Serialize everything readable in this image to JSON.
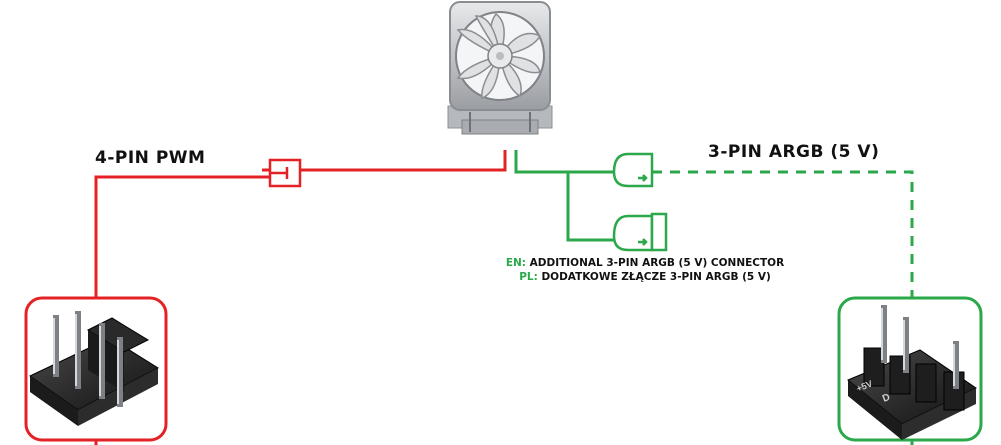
{
  "colors": {
    "pwm": "#e42124",
    "argb": "#2aa84a",
    "ink": "#111111",
    "fan_frame": "#c7c9cc"
  },
  "labels": {
    "pwm": "4-PIN PWM",
    "argb": "3-PIN ARGB (5 V)"
  },
  "note": [
    {
      "code": "EN:",
      "text": "ADDITIONAL 3-PIN ARGB (5 V) CONNECTOR"
    },
    {
      "code": "PL:",
      "text": "DODATKOWE ZŁĄCZE 3-PIN ARGB (5 V)"
    }
  ],
  "header_markings": {
    "plus5v": "+5V",
    "data": "D"
  },
  "icons": [
    "cpu-cooler-fan-image",
    "pwm-header-image",
    "argb-header-image",
    "argb-connector-icon",
    "pwm-connector-icon"
  ]
}
